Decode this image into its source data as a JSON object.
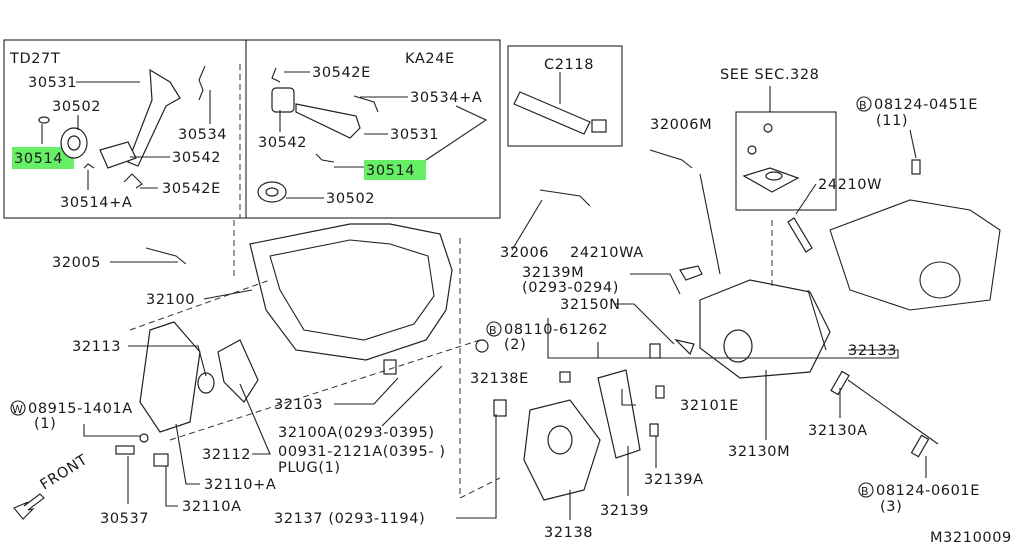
{
  "diagram": {
    "figure_id": "M3210009",
    "highlight_color": "#66ee66",
    "panel_td27t": {
      "title": "TD27T",
      "labels": {
        "p30531": "30531",
        "p30502": "30502",
        "p30514": "30514",
        "p30534": "30534",
        "p30542": "30542",
        "p30542e": "30542E",
        "p30514a": "30514+A"
      }
    },
    "panel_ka24e": {
      "title": "KA24E",
      "labels": {
        "p30542e": "30542E",
        "p30534a": "30534+A",
        "p30542": "30542",
        "p30531": "30531",
        "p30514": "30514",
        "p30502": "30502"
      }
    },
    "c2118": "C2118",
    "see_sec": "SEE SEC.328",
    "labels": {
      "p32006m": "32006M",
      "p08124_0451e": "08124-0451E",
      "p08124_0451e_qty": "(11)",
      "p24210w": "24210W",
      "p32006": "32006",
      "p24210wa": "24210WA",
      "p32139m": "32139M",
      "p32139m_range": "(0293-0294)",
      "p32150n": "32150N",
      "p08110_61262": "08110-61262",
      "p08110_61262_qty": "(2)",
      "p32133": "32133",
      "p32005": "32005",
      "p32100": "32100",
      "p32113": "32113",
      "p32138e": "32138E",
      "p32101e": "32101E",
      "p32103": "32103",
      "p08915_1401a": "08915-1401A",
      "p08915_1401a_qty": "(1)",
      "p32100a": "32100A(0293-0395)",
      "p00931": "00931-2121A(0395-     )",
      "plug": "PLUG(1)",
      "p32112": "32112",
      "p32130a": "32130A",
      "p32130m": "32130M",
      "p32110a_plus": "32110+A",
      "p32139a": "32139A",
      "p32110a": "32110A",
      "p30537": "30537",
      "p08124_0601e": "08124-0601E",
      "p08124_0601e_qty": "(3)",
      "p32139": "32139",
      "p32137": "32137 (0293-1194)",
      "p32138": "32138"
    },
    "symbols": {
      "bolt": "B",
      "washer": "W"
    },
    "front": "FRONT"
  }
}
